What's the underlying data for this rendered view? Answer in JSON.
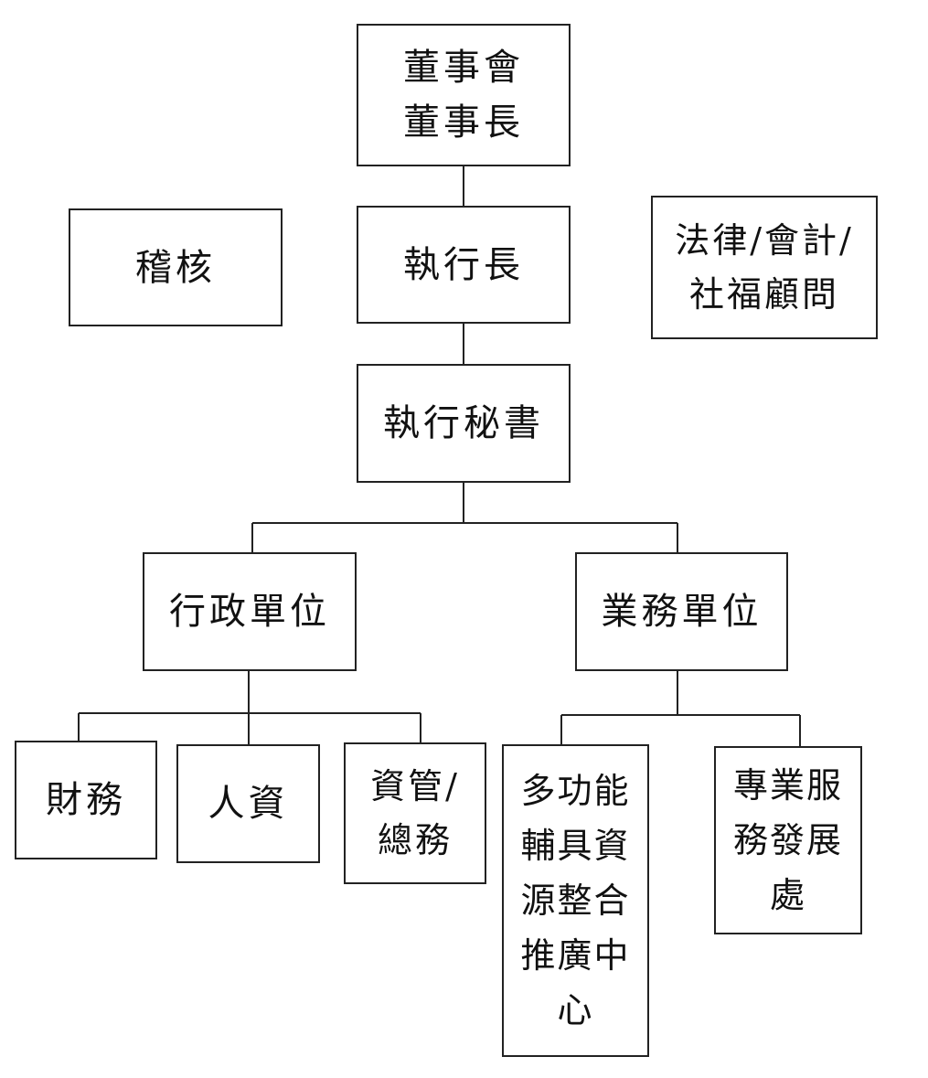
{
  "diagram": {
    "nodes": {
      "board": {
        "label": "董事會\n董事長"
      },
      "audit": {
        "label": "稽核"
      },
      "ceo": {
        "label": "執行長"
      },
      "advisors": {
        "label": "法律/會計/\n社福顧問"
      },
      "secretary": {
        "label": "執行秘書"
      },
      "admin_unit": {
        "label": "行政單位"
      },
      "business_unit": {
        "label": "業務單位"
      },
      "finance": {
        "label": "財務"
      },
      "hr": {
        "label": "人資"
      },
      "it_general": {
        "label": "資管/\n總務"
      },
      "assistive_center": {
        "label": "多功能\n輔具資\n源整合\n推廣中\n心"
      },
      "professional_dept": {
        "label": "專業服\n務發展\n處"
      }
    }
  }
}
